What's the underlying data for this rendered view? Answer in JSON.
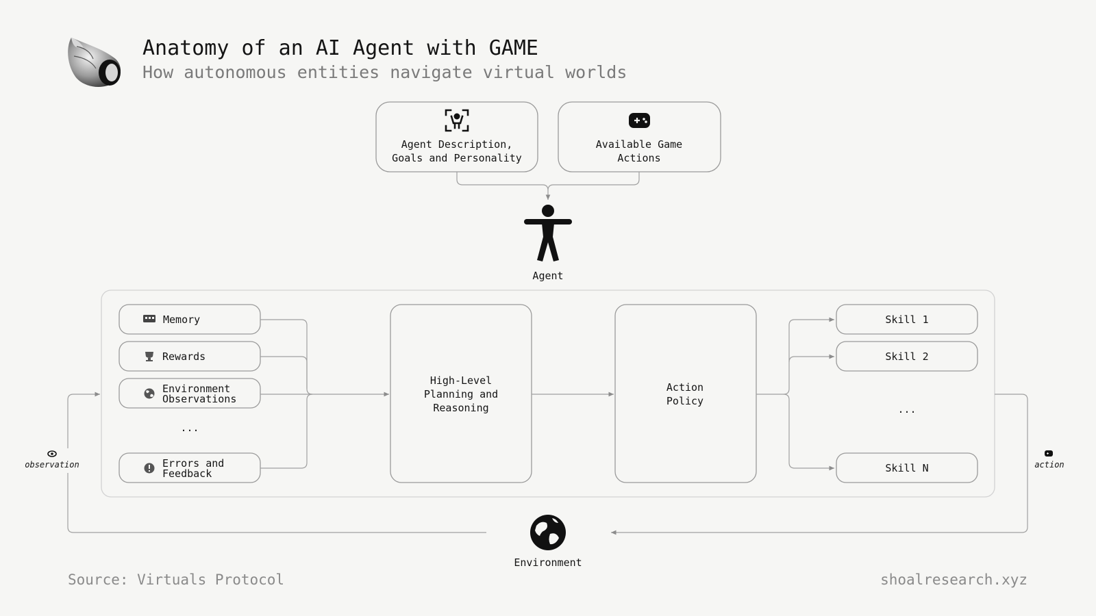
{
  "header": {
    "title": "Anatomy of an AI Agent with GAME",
    "subtitle": "How autonomous entities navigate virtual worlds"
  },
  "inputs": {
    "agent_description": {
      "line1": "Agent Description,",
      "line2": "Goals and Personality",
      "icon": "agent-profile-icon"
    },
    "game_actions": {
      "line1": "Available Game",
      "line2": "Actions",
      "icon": "gamepad-icon"
    }
  },
  "agent": {
    "label": "Agent",
    "icon": "person-icon"
  },
  "context": {
    "memory": "Memory",
    "rewards": "Rewards",
    "environment_observations": {
      "line1": "Environment",
      "line2": "Observations"
    },
    "ellipsis": "...",
    "errors_feedback": {
      "line1": "Errors and",
      "line2": "Feedback"
    }
  },
  "planning": {
    "line1": "High-Level",
    "line2": "Planning and",
    "line3": "Reasoning"
  },
  "policy": {
    "line1": "Action",
    "line2": "Policy"
  },
  "skills": {
    "skill_1": "Skill 1",
    "skill_2": "Skill 2",
    "ellipsis": "...",
    "skill_n": "Skill N"
  },
  "loop": {
    "observation": "observation",
    "action": "action"
  },
  "environment": {
    "label": "Environment",
    "icon": "globe-icon"
  },
  "footer": {
    "source": "Source: Virtuals Protocol",
    "site": "shoalresearch.xyz"
  }
}
